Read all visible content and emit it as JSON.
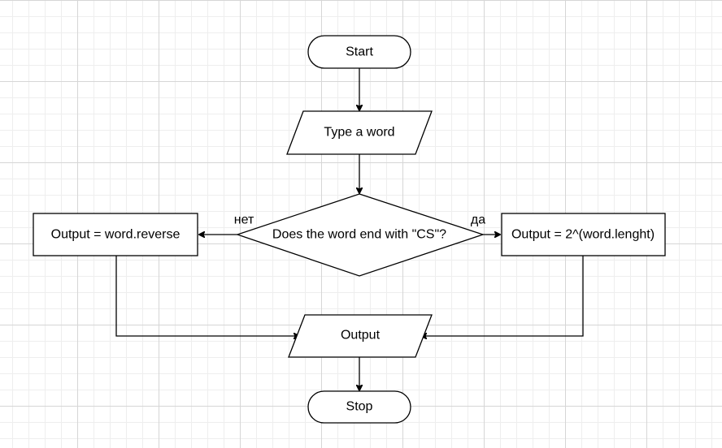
{
  "diagram": {
    "nodes": {
      "start": {
        "label": "Start"
      },
      "input": {
        "label": "Type a word"
      },
      "decision": {
        "label": "Does the word end with \"CS\"?"
      },
      "reverse": {
        "label": "Output = word.reverse"
      },
      "power": {
        "label": "Output = 2^(word.lenght)"
      },
      "output": {
        "label": "Output"
      },
      "stop": {
        "label": "Stop"
      }
    },
    "edges": {
      "no_label": "нет",
      "yes_label": "да"
    }
  }
}
